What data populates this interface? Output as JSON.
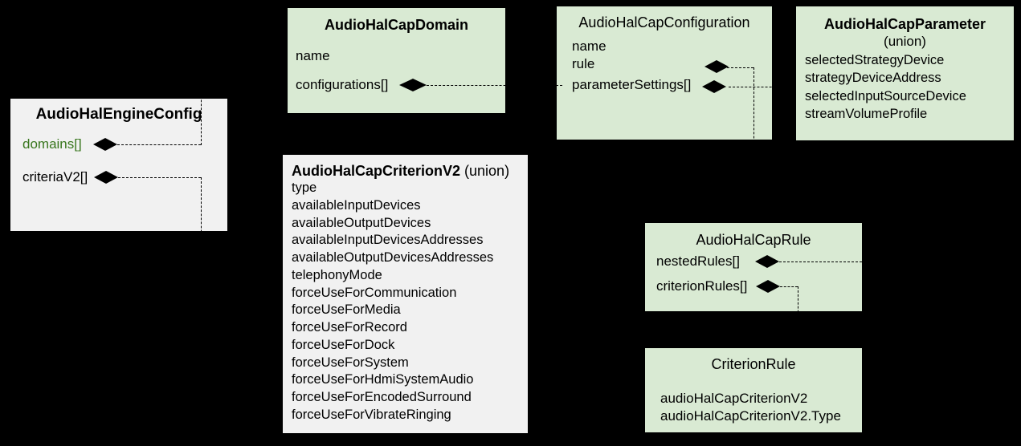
{
  "colors": {
    "background": "#000000",
    "box_green": "#d9ead3",
    "box_gray": "#f1f1f1",
    "line": "#000000",
    "text": "#000000",
    "accent_green_field": "#38761d"
  },
  "icons": {
    "composition_diamond": "filled black UML composition diamond"
  },
  "boxes": {
    "engine": {
      "title": "AudioHalEngineConfig",
      "fields": [
        "domains[]",
        "criteriaV2[]"
      ]
    },
    "domain": {
      "title": "AudioHalCapDomain",
      "fields": [
        "name",
        "configurations[]"
      ]
    },
    "configuration": {
      "title": "AudioHalCapConfiguration",
      "fields": [
        "name",
        "rule",
        "parameterSettings[]"
      ]
    },
    "parameter": {
      "title": "AudioHalCapParameter",
      "subtitle": "(union)",
      "fields": [
        "selectedStrategyDevice",
        "strategyDeviceAddress",
        "selectedInputSourceDevice",
        "streamVolumeProfile"
      ]
    },
    "criterionV2": {
      "title": "AudioHalCapCriterionV2",
      "subtitle": " (union)",
      "fields": [
        "type",
        "availableInputDevices",
        "availableOutputDevices",
        "availableInputDevicesAddresses",
        "availableOutputDevicesAddresses",
        "telephonyMode",
        "forceUseForCommunication",
        "forceUseForMedia",
        "forceUseForRecord",
        "forceUseForDock",
        "forceUseForSystem",
        "forceUseForHdmiSystemAudio",
        "forceUseForEncodedSurround",
        "forceUseForVibrateRinging"
      ]
    },
    "rule": {
      "title": "AudioHalCapRule",
      "fields": [
        "nestedRules[]",
        "criterionRules[]"
      ]
    },
    "criterionRule": {
      "title": "CriterionRule",
      "fields": [
        "audioHalCapCriterionV2",
        "audioHalCapCriterionV2.Type"
      ]
    }
  }
}
